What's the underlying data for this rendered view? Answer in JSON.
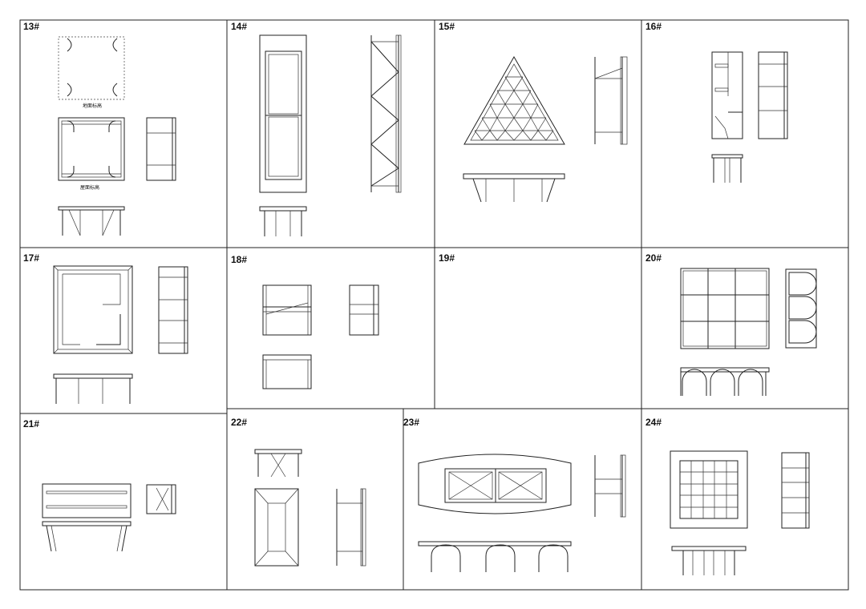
{
  "panels": [
    {
      "id": "13",
      "label": "13#",
      "notes": [
        "地面标高",
        "屋面标高"
      ]
    },
    {
      "id": "14",
      "label": "14#",
      "notes": []
    },
    {
      "id": "15",
      "label": "15#",
      "notes": []
    },
    {
      "id": "16",
      "label": "16#",
      "notes": []
    },
    {
      "id": "17",
      "label": "17#",
      "notes": []
    },
    {
      "id": "18",
      "label": "18#",
      "notes": []
    },
    {
      "id": "19",
      "label": "19#",
      "notes": []
    },
    {
      "id": "20",
      "label": "20#",
      "notes": []
    },
    {
      "id": "21",
      "label": "21#",
      "notes": []
    },
    {
      "id": "22",
      "label": "22#",
      "notes": []
    },
    {
      "id": "23",
      "label": "23#",
      "notes": []
    },
    {
      "id": "24",
      "label": "24#",
      "notes": []
    }
  ]
}
